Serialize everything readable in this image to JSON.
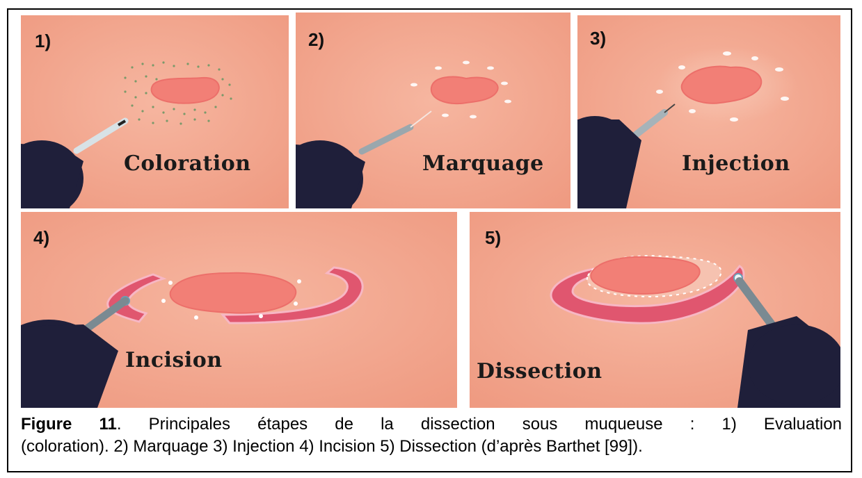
{
  "panels": [
    {
      "number": "1)",
      "label": "Coloration"
    },
    {
      "number": "2)",
      "label": "Marquage"
    },
    {
      "number": "3)",
      "label": "Injection"
    },
    {
      "number": "4)",
      "label": "Incision"
    },
    {
      "number": "5)",
      "label": "Dissection"
    }
  ],
  "caption": {
    "figure_label": "Figure 11",
    "line1": ". Principales étapes de la dissection sous muqueuse : 1) Evaluation",
    "line2": "(coloration). 2) Marquage 3) Injection 4) Incision 5) Dissection (d’après Barthet [99])."
  },
  "colors": {
    "mucosa": "#f4a58d",
    "lesion": "#f27f76",
    "incision": "#e0566f",
    "instrument": "#1f1f3a"
  }
}
